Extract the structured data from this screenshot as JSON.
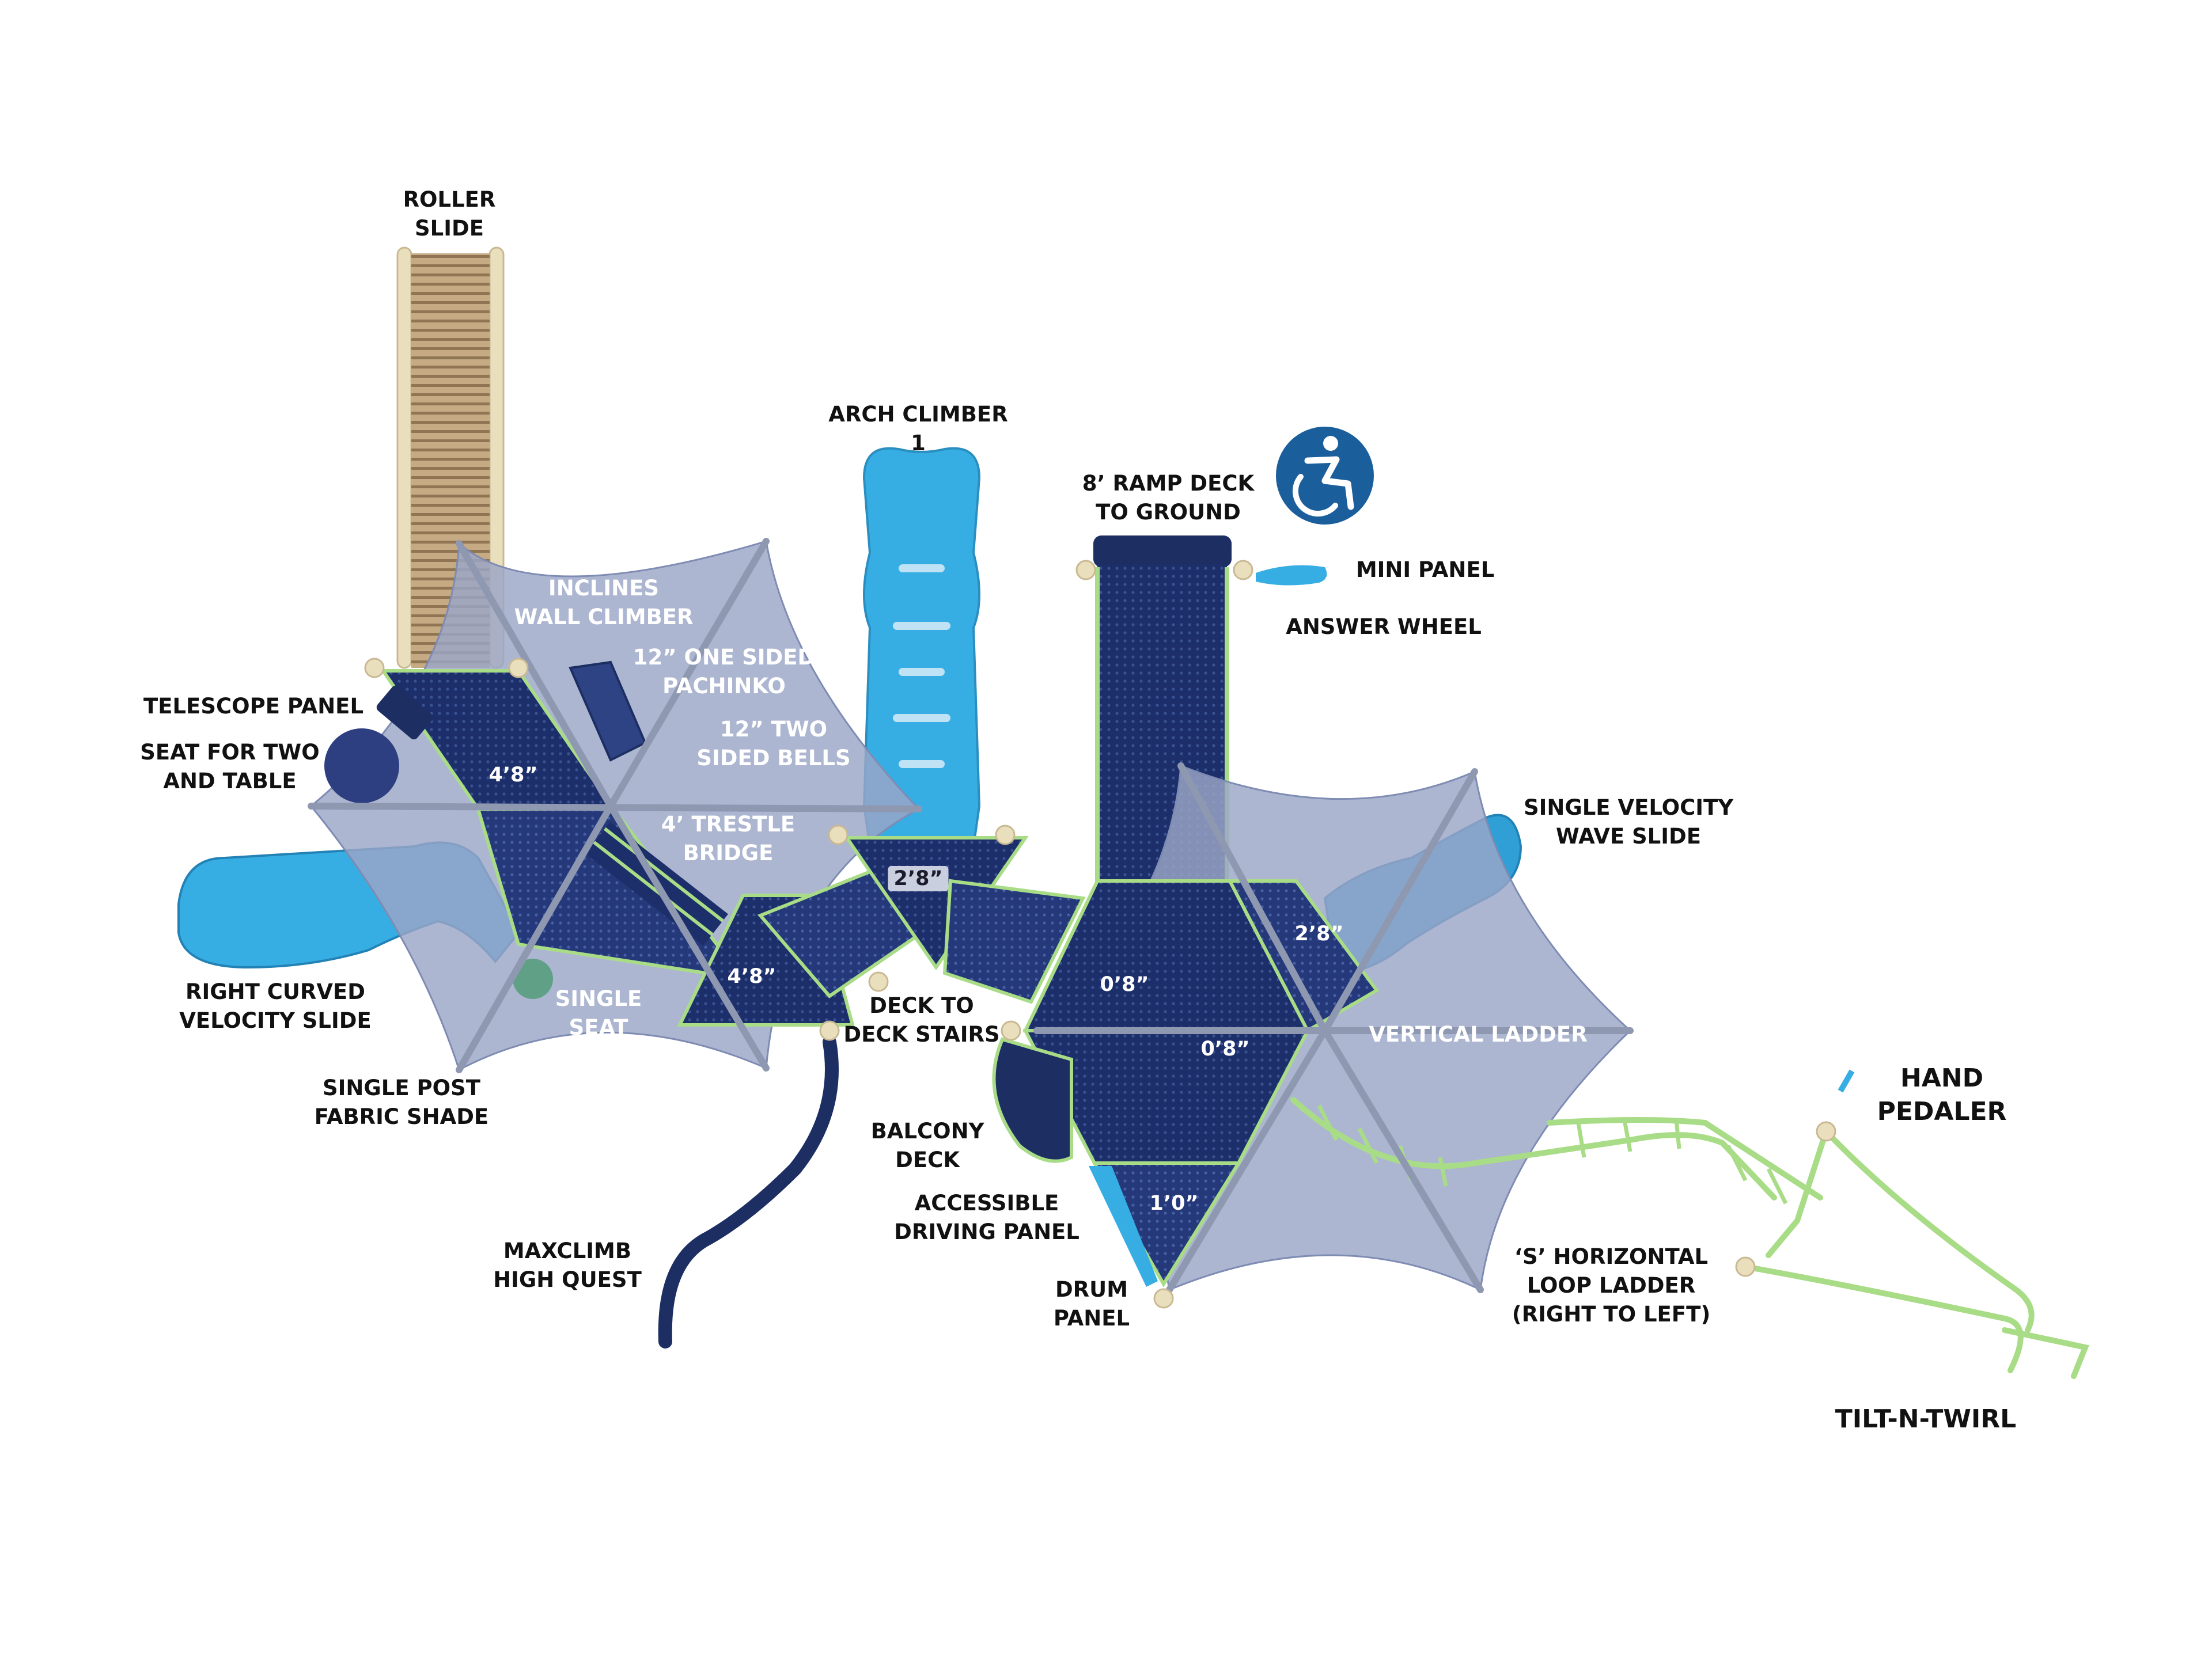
{
  "colors": {
    "shade": "#9ba6c7",
    "shade_edge": "#7e8bb3",
    "deck": "#1d2f6a",
    "deck_light": "#2d4384",
    "post": "#8f98b1",
    "cap": "#eadfbd",
    "light_blue": "#37aee3",
    "slide_blue": "#2f9fd6",
    "lime": "#a9dc86",
    "navy": "#1d2e63",
    "tan": "#b59a74",
    "icon_bg": "#1a5f9b"
  },
  "icons": {
    "accessibility": "wheelchair-icon"
  },
  "labels": {
    "roller_slide": [
      "ROLLER",
      "SLIDE"
    ],
    "arch_climber": [
      "ARCH CLIMBER",
      "1"
    ],
    "ramp_deck": [
      "8’ RAMP DECK",
      "TO GROUND"
    ],
    "mini_panel": [
      "MINI PANEL"
    ],
    "answer_wheel": [
      "ANSWER WHEEL"
    ],
    "inclines_wall": [
      "INCLINES",
      "WALL CLIMBER"
    ],
    "pachinko": [
      "12” ONE SIDED",
      "PACHINKO"
    ],
    "bells": [
      "12” TWO",
      "SIDED BELLS"
    ],
    "telescope": [
      "TELESCOPE PANEL"
    ],
    "seat_two": [
      "SEAT FOR TWO",
      "AND TABLE"
    ],
    "trestle": [
      "4’ TRESTLE",
      "BRIDGE"
    ],
    "wave_slide": [
      "SINGLE VELOCITY",
      "WAVE SLIDE"
    ],
    "curved_slide": [
      "RIGHT CURVED",
      "VELOCITY SLIDE"
    ],
    "single_seat": [
      "SINGLE",
      "SEAT"
    ],
    "deck_stairs": [
      "DECK TO",
      "DECK STAIRS"
    ],
    "vertical_ladder": [
      "VERTICAL LADDER"
    ],
    "hand_pedaler": [
      "HAND",
      "PEDALER"
    ],
    "fabric_shade": [
      "SINGLE POST",
      "FABRIC SHADE"
    ],
    "balcony": [
      "BALCONY",
      "DECK"
    ],
    "driving_panel": [
      "ACCESSIBLE",
      "DRIVING PANEL"
    ],
    "maxclimb": [
      "MAXCLIMB",
      "HIGH QUEST"
    ],
    "drum": [
      "DRUM",
      "PANEL"
    ],
    "loop_ladder": [
      "‘S’ HORIZONTAL",
      "LOOP LADDER",
      "(RIGHT TO LEFT)"
    ],
    "tilt": [
      "TILT-N-TWIRL"
    ]
  },
  "heights": {
    "h1": "4’8”",
    "h2": "4’8”",
    "h3": "2’8”",
    "h4": "0’8”",
    "h5": "0’8”",
    "h6": "2’8”",
    "h7": "1’0”"
  }
}
